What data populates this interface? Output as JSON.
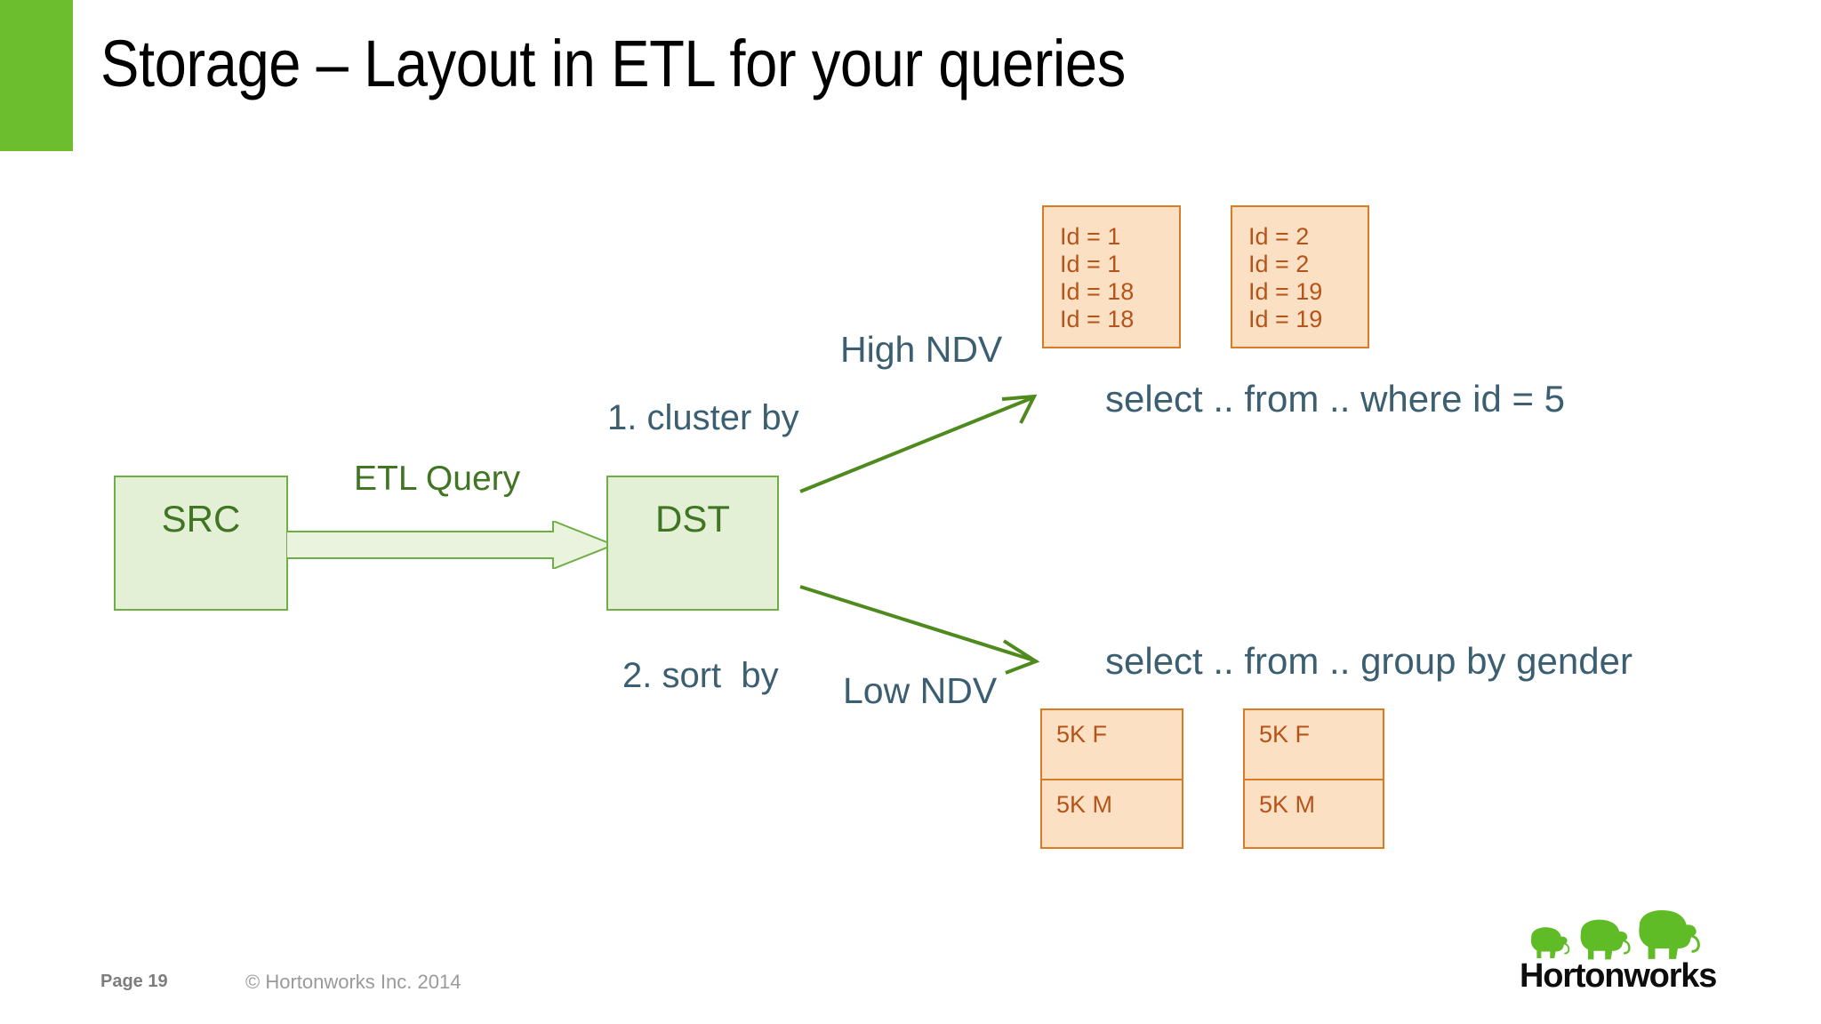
{
  "slide": {
    "title": "Storage – Layout in ETL for your queries",
    "accent_color": "#6cbe2f"
  },
  "diagram": {
    "source_box": {
      "label": "SRC"
    },
    "dest_box": {
      "label": "DST"
    },
    "etl_arrow_label": "ETL Query",
    "steps": [
      {
        "label": "1. cluster by"
      },
      {
        "label": "2. sort  by"
      }
    ],
    "branches": [
      {
        "label": "High NDV",
        "query": "select .. from .. where id = 5"
      },
      {
        "label": "Low NDV",
        "query": "select .. from .. group by gender"
      }
    ],
    "colors": {
      "process_fill": "#e3f0d5",
      "process_border": "#6fad45",
      "process_text": "#3f7523",
      "note_text": "#3b5e71",
      "data_fill": "#fce0c4",
      "data_border": "#d97b24",
      "data_text": "#b4541a",
      "arrow": "#4f8a1f"
    }
  },
  "high_ndv_blocks": [
    {
      "lines": [
        "Id = 1",
        "Id = 1",
        "Id = 18",
        "Id = 18"
      ]
    },
    {
      "lines": [
        "Id = 2",
        "Id = 2",
        "Id = 19",
        "Id = 19"
      ]
    }
  ],
  "low_ndv_blocks": [
    {
      "top": "5K F",
      "bottom": "5K M"
    },
    {
      "top": "5K F",
      "bottom": "5K M"
    }
  ],
  "footer": {
    "page_label": "Page 19",
    "copyright": "© Hortonworks Inc. 2014",
    "logo_text": "Hortonworks"
  }
}
